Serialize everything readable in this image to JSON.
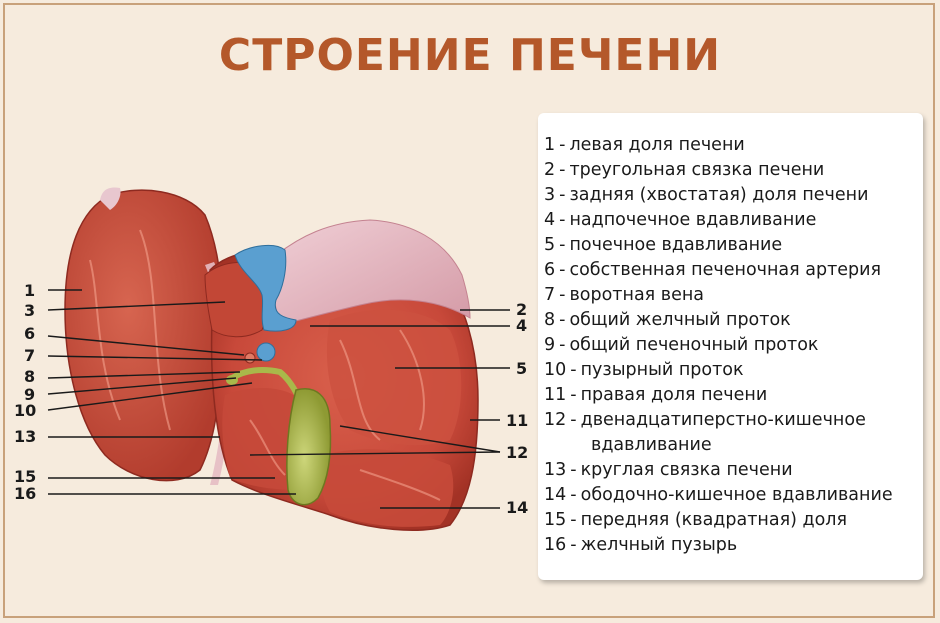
{
  "title": "СТРОЕНИЕ ПЕЧЕНИ",
  "legend": [
    {
      "num": "1",
      "text": "левая доля печени"
    },
    {
      "num": "2",
      "text": "треугольная связка печени"
    },
    {
      "num": "3",
      "text": "задняя (хвостатая) доля печени"
    },
    {
      "num": "4",
      "text": "надпочечное вдавливание"
    },
    {
      "num": "5",
      "text": "почечное вдавливание"
    },
    {
      "num": "6",
      "text": "собственная печеночная артерия"
    },
    {
      "num": "7",
      "text": "воротная вена"
    },
    {
      "num": "8",
      "text": "общий желчный проток"
    },
    {
      "num": "9",
      "text": "общий печеночный проток"
    },
    {
      "num": "10",
      "text": "пузырный проток"
    },
    {
      "num": "11",
      "text": "правая доля печени"
    },
    {
      "num": "12",
      "text": "двенадцатиперстно-кишечное",
      "cont": "вдавливание"
    },
    {
      "num": "13",
      "text": "круглая связка печени"
    },
    {
      "num": "14",
      "text": "ободочно-кишечное вдавливание"
    },
    {
      "num": "15",
      "text": "передняя (квадратная) доля"
    },
    {
      "num": "16",
      "text": "желчный пузырь"
    }
  ],
  "callouts": {
    "c1": "1",
    "c2": "2",
    "c3": "3",
    "c4": "4",
    "c5": "5",
    "c6": "6",
    "c7": "7",
    "c8": "8",
    "c9": "9",
    "c10": "10",
    "c11": "11",
    "c12": "12",
    "c13": "13",
    "c14": "14",
    "c15": "15",
    "c16": "16"
  },
  "colors": {
    "liver": "#c8493a",
    "liver_dark": "#a83428",
    "liver_light": "#e07a64",
    "ligament": "#e3b5bf",
    "vessel_blue": "#5a9fd0",
    "gallbladder": "#a9b84a",
    "title": "#b4582a"
  }
}
